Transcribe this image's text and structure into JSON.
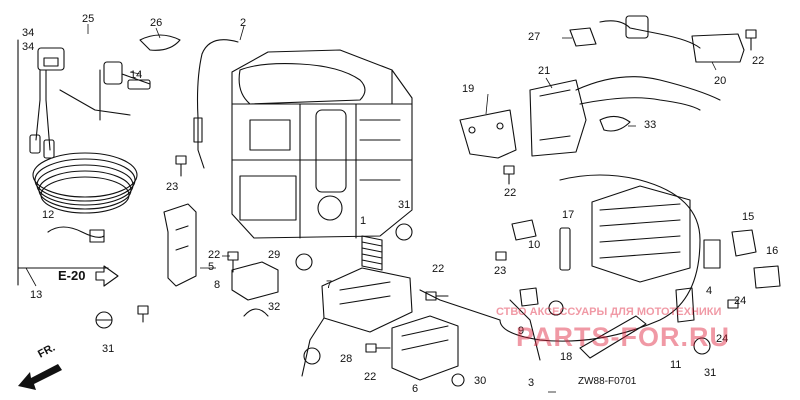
{
  "diagram": {
    "reference": "E-20",
    "front_label": "FR.",
    "code": "ZW88-F0701",
    "watermark_top": "СТВО АКСЕССУАРЫ ДЛЯ МОТОТЕХНИКИ",
    "watermark_logo": "PARTS-FOR.RU",
    "colors": {
      "line": "#111111",
      "watermark": "#e0203a"
    },
    "part_numbers": [
      "25",
      "26",
      "2",
      "34",
      "34",
      "14",
      "13",
      "23",
      "12",
      "31",
      "5",
      "8",
      "22",
      "29",
      "32",
      "7",
      "31",
      "28",
      "22",
      "6",
      "30",
      "19",
      "22",
      "27",
      "21",
      "20",
      "22",
      "33",
      "17",
      "10",
      "23",
      "9",
      "15",
      "16",
      "4",
      "24",
      "11",
      "18",
      "3",
      "24",
      "22",
      "1",
      "31"
    ]
  }
}
